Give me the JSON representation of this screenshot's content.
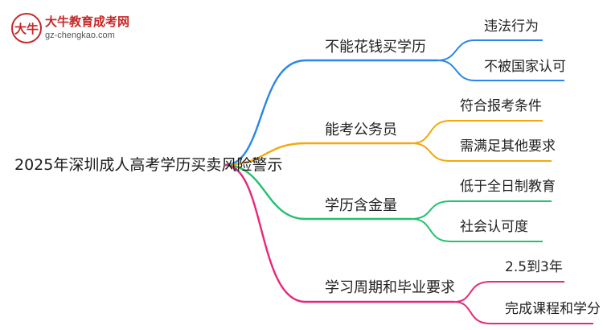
{
  "logo": {
    "mark": "大牛",
    "title": "大牛教育成考网",
    "url": "gz-chengkao.com"
  },
  "root": {
    "label": "2025年深圳成人高考学历买卖风险警示"
  },
  "branches": [
    {
      "label": "不能花钱买学历",
      "color": "#2a86e8",
      "leaves": [
        "违法行为",
        "不被国家认可"
      ]
    },
    {
      "label": "能考公务员",
      "color": "#f2a80c",
      "leaves": [
        "符合报考条件",
        "需满足其他要求"
      ]
    },
    {
      "label": "学历含金量",
      "color": "#25c16f",
      "leaves": [
        "低于全日制教育",
        "社会认可度"
      ]
    },
    {
      "label": "学习周期和毕业要求",
      "color": "#e6287a",
      "leaves": [
        "2.5到3年",
        "完成课程和学分"
      ]
    }
  ]
}
